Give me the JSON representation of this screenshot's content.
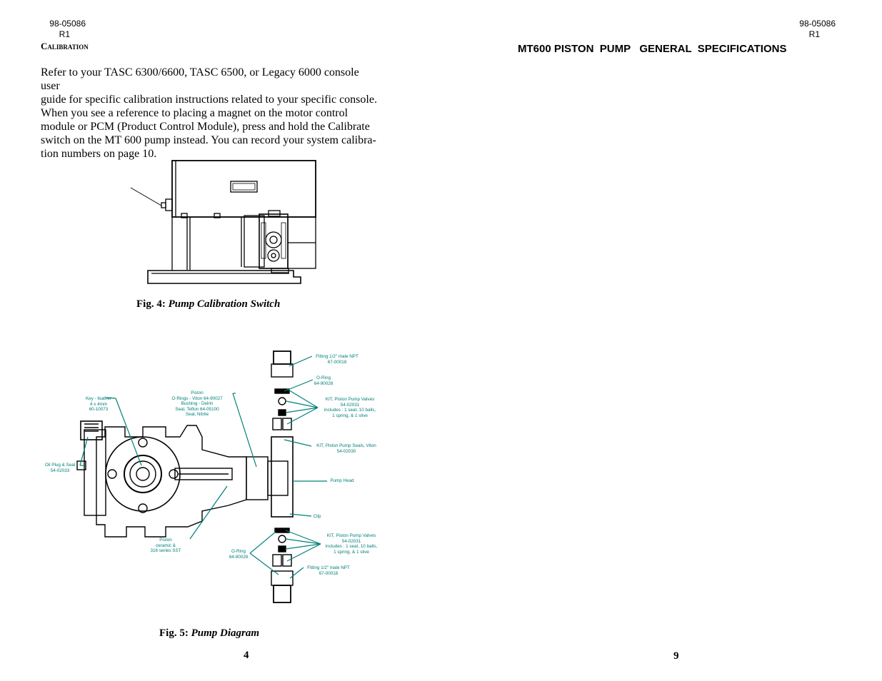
{
  "left_page": {
    "doc_number": "98-05086",
    "revision": "R1",
    "section_title": "Calibration",
    "body_lines": [
      "Refer to your TASC 6300/6600, TASC 6500, or Legacy 6000 console user",
      "guide for specific calibration instructions related to your specific console.",
      "When you see a reference to placing a magnet on the motor control",
      "module or PCM (Product Control Module), press and hold the Calibrate",
      "switch on the MT 600 pump instead. You can record your system calibra-",
      "tion numbers on page 10."
    ],
    "fig4_label": "Fig. 4:",
    "fig4_title": "Pump Calibration Switch",
    "fig5_label": "Fig. 5:",
    "fig5_title": "Pump Diagram",
    "page_number": "4",
    "diagram_labels": {
      "fitting_top": [
        "Fitting 1/2\" male NPT",
        "67-00018"
      ],
      "oring_top": [
        "O-Ring",
        "64-90028"
      ],
      "kit_valves_top": [
        "KIT, Piston Pump Valves",
        "54-02031",
        "includes :  1 seat, 10 balls,",
        "1 spring, & 1 slive"
      ],
      "kit_seals": [
        "KIT, Piston Pump Seals, Viton",
        "54-02030"
      ],
      "pump_head": [
        "Pump Head"
      ],
      "clip": [
        "Clip"
      ],
      "kit_valves_bottom": [
        "KIT, Piston Pump Valves",
        "54-02031",
        "includes :  1 seat, 10 balls,",
        "1 spring, & 1 slive"
      ],
      "fitting_bottom": [
        "Fitting 1/2\" male NPT",
        "67-00018"
      ],
      "oring_bottom": [
        "O-Ring",
        "64-90028"
      ],
      "piston_ceramic": [
        "Piston",
        "ceramic &",
        "316 series SST"
      ],
      "oil_plug": [
        "Oil Plug & Seal",
        "54-02033"
      ],
      "key_feather": [
        "Key - feather",
        "4 x 4mm",
        "60-10073"
      ],
      "piston_parts": [
        "Piston",
        "O-Rings - Viton  64-90027",
        "Bushing - Delrin",
        "Seal, Teflon  64-05100",
        "Seal, Nitrile"
      ]
    }
  },
  "right_page": {
    "doc_number": "98-05086",
    "revision": "R1",
    "title": "MT600 PISTON  PUMP   GENERAL  SPECIFICATIONS",
    "page_number": "9"
  },
  "colors": {
    "callout": "#00807a",
    "ink": "#000000"
  }
}
